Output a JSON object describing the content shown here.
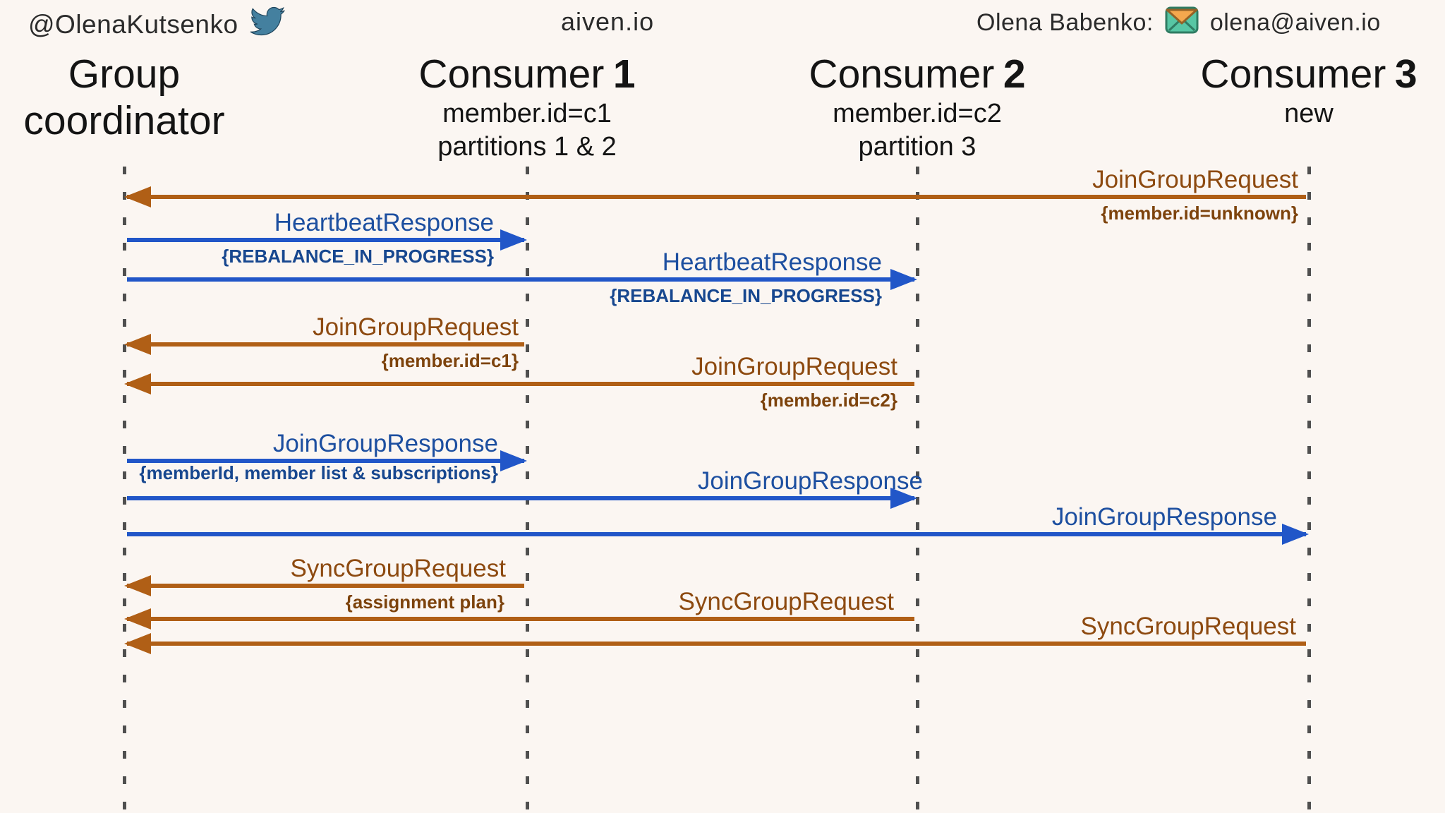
{
  "topbar": {
    "handle": "@OlenaKutsenko",
    "twitter_icon": "twitter-bird",
    "site": "aiven.io",
    "contact_label": "Olena Babenko:",
    "email_icon": "envelope",
    "email": "olena@aiven.io"
  },
  "actors": [
    {
      "id": "group-coordinator",
      "line1": "Group",
      "line2": "coordinator"
    },
    {
      "id": "consumer-1",
      "name": "Consumer",
      "number": "1",
      "sub1": "member.id=c1",
      "sub2": "partitions 1 & 2"
    },
    {
      "id": "consumer-2",
      "name": "Consumer",
      "number": "2",
      "sub1": "member.id=c2",
      "sub2": "partition 3"
    },
    {
      "id": "consumer-3",
      "name": "Consumer",
      "number": "3",
      "sub1": "new"
    }
  ],
  "messages": [
    {
      "label": "JoinGroupRequest",
      "sublabel": "{member.id=unknown}",
      "from": "consumer-3",
      "to": "group-coordinator",
      "kind": "request"
    },
    {
      "label": "HeartbeatResponse",
      "sublabel": "{REBALANCE_IN_PROGRESS}",
      "from": "group-coordinator",
      "to": "consumer-1",
      "kind": "response"
    },
    {
      "label": "HeartbeatResponse",
      "sublabel": "{REBALANCE_IN_PROGRESS}",
      "from": "group-coordinator",
      "to": "consumer-2",
      "kind": "response"
    },
    {
      "label": "JoinGroupRequest",
      "sublabel": "{member.id=c1}",
      "from": "consumer-1",
      "to": "group-coordinator",
      "kind": "request"
    },
    {
      "label": "JoinGroupRequest",
      "sublabel": "{member.id=c2}",
      "from": "consumer-2",
      "to": "group-coordinator",
      "kind": "request"
    },
    {
      "label": "JoinGroupResponse",
      "sublabel": "{memberId, member list & subscriptions}",
      "from": "group-coordinator",
      "to": "consumer-1",
      "kind": "response"
    },
    {
      "label": "JoinGroupResponse",
      "from": "group-coordinator",
      "to": "consumer-2",
      "kind": "response"
    },
    {
      "label": "JoinGroupResponse",
      "from": "group-coordinator",
      "to": "consumer-3",
      "kind": "response"
    },
    {
      "label": "SyncGroupRequest",
      "sublabel": "{assignment plan}",
      "from": "consumer-1",
      "to": "group-coordinator",
      "kind": "request"
    },
    {
      "label": "SyncGroupRequest",
      "from": "consumer-2",
      "to": "group-coordinator",
      "kind": "request"
    },
    {
      "label": "SyncGroupRequest",
      "from": "consumer-3",
      "to": "group-coordinator",
      "kind": "request"
    }
  ],
  "colors": {
    "request_line": "#b05f16",
    "request_text": "#8d4a10",
    "response_line": "#2156c8",
    "response_text": "#1d4fa0",
    "lifeline": "#4f4f4f",
    "background": "#fbf6f2"
  }
}
